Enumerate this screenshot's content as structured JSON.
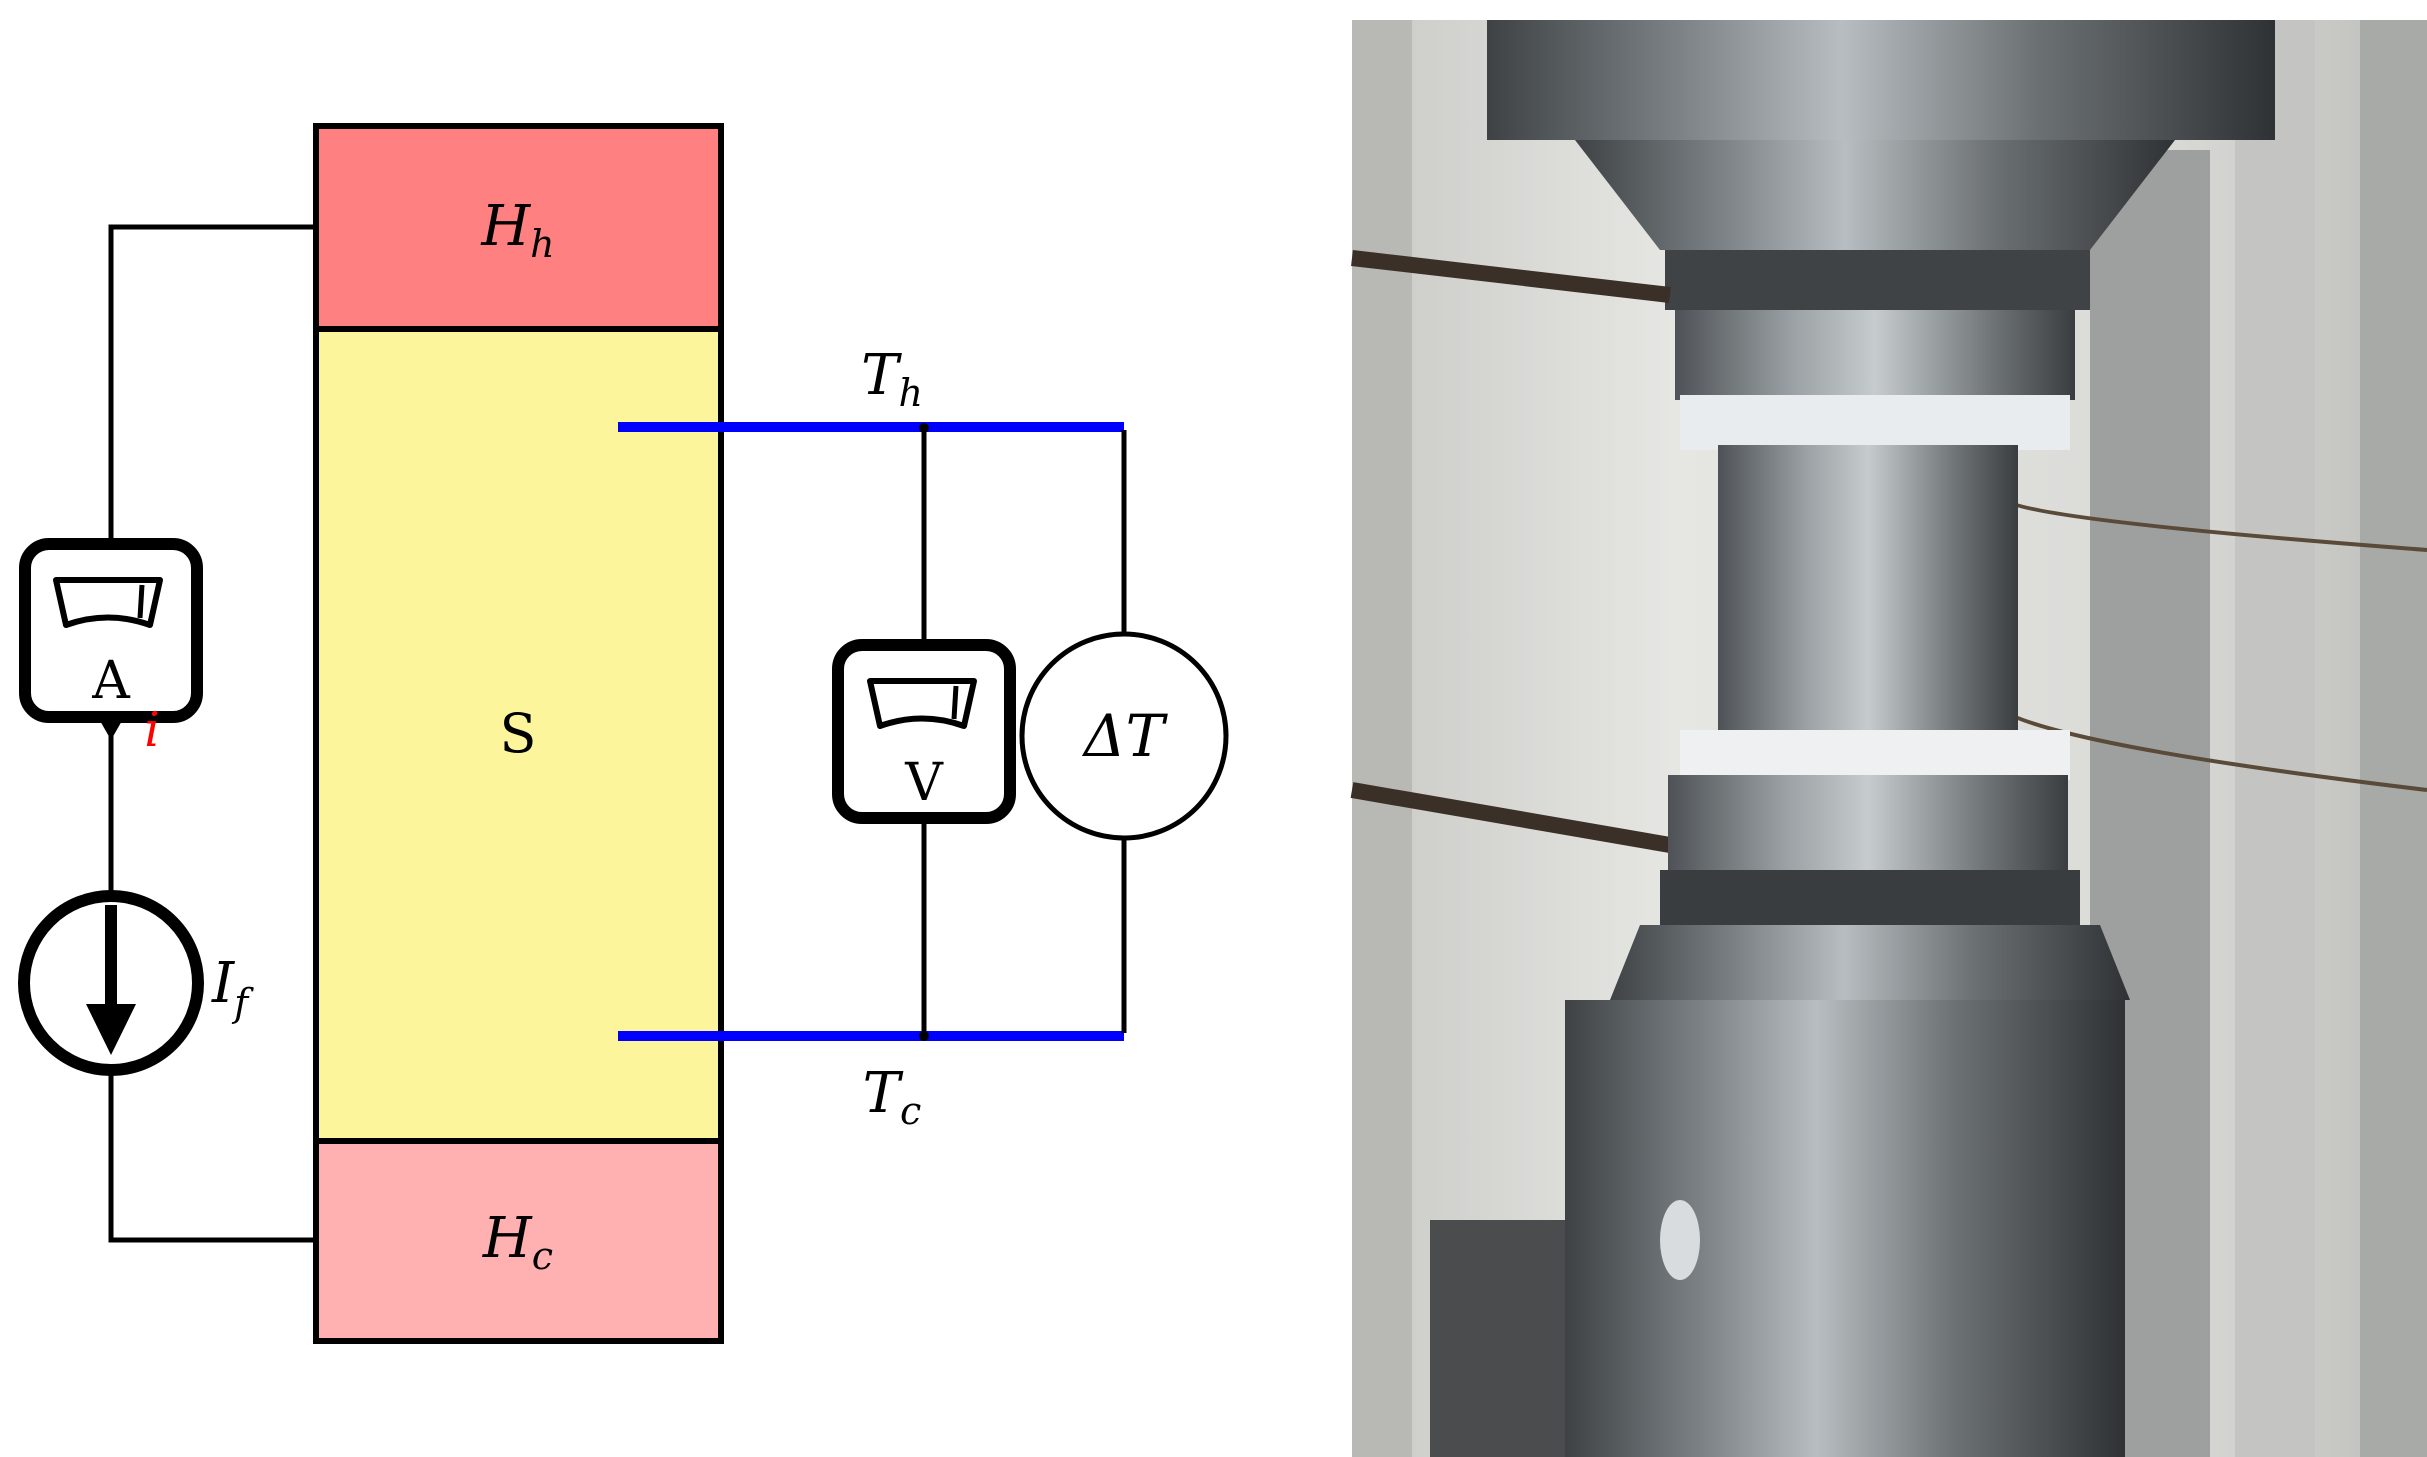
{
  "diagram": {
    "heater_hot": {
      "symbol": "H",
      "subscript": "h",
      "color": "#ff8080"
    },
    "heater_cold": {
      "symbol": "H",
      "subscript": "c",
      "color": "#ffb0b0"
    },
    "sample": {
      "label": "S",
      "color": "#fcf59b"
    },
    "thermocouple_hot": {
      "symbol": "T",
      "subscript": "h",
      "color": "#0000ff"
    },
    "thermocouple_cold": {
      "symbol": "T",
      "subscript": "c",
      "color": "#0000ff"
    },
    "ammeter": {
      "label": "A",
      "tag": "i",
      "tag_color": "#ff0000"
    },
    "voltmeter": {
      "label": "V"
    },
    "current_source": {
      "symbol": "I",
      "subscript": "f"
    },
    "delta_t": {
      "label": "ΔT"
    }
  },
  "photo": {
    "icon": "photo-of-specimen-in-test-fixture",
    "colors": {
      "background": "#d8d8d6",
      "rod": "#6b7073",
      "rod_highlight": "#a9afb2",
      "wire": "#5a4a3a"
    }
  }
}
